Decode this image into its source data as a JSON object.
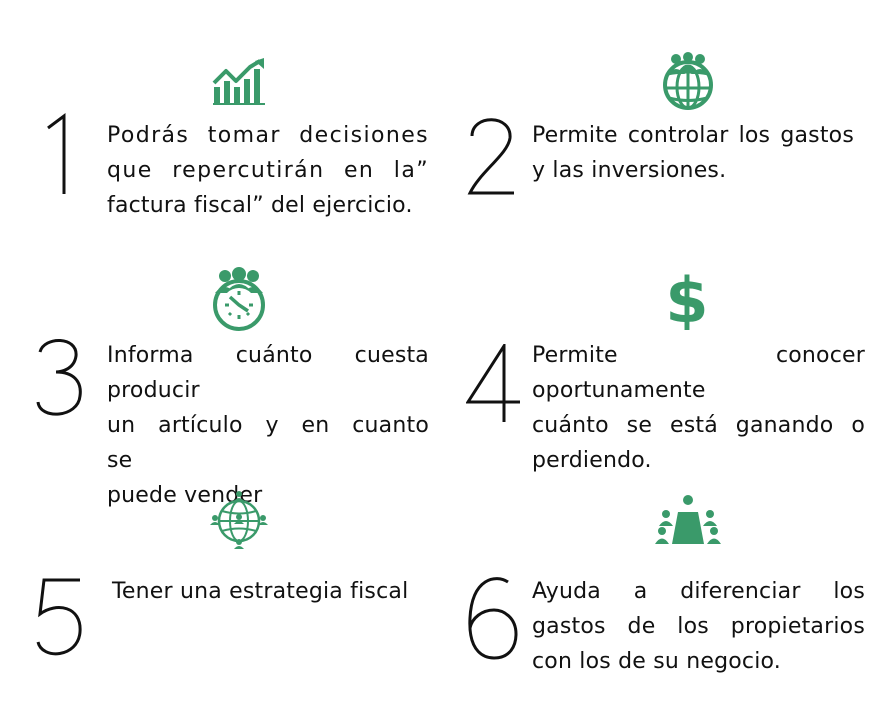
{
  "accent": "#3a9a6a",
  "items": [
    {
      "number": "1",
      "icon": "growth-chart-icon",
      "lines": [
        "Podrás tomar decisiones",
        "que repercutirán en la”",
        "factura fiscal” del ejercicio."
      ]
    },
    {
      "number": "2",
      "icon": "global-team-icon",
      "lines": [
        "Permite controlar los gastos",
        "y las inversiones."
      ]
    },
    {
      "number": "3",
      "icon": "team-clock-icon",
      "lines": [
        "Informa cuánto cuesta producir",
        "un artículo y en cuanto se",
        "puede vender"
      ]
    },
    {
      "number": "4",
      "icon": "dollar-icon",
      "lines": [
        "Permite conocer oportunamente",
        "cuánto se está ganando o",
        "perdiendo."
      ]
    },
    {
      "number": "5",
      "icon": "network-globe-icon",
      "lines": [
        "Tener una estrategia fiscal"
      ]
    },
    {
      "number": "6",
      "icon": "meeting-icon",
      "lines": [
        "Ayuda a diferenciar los",
        "gastos de los propietarios",
        "con los de su negocio."
      ]
    }
  ]
}
